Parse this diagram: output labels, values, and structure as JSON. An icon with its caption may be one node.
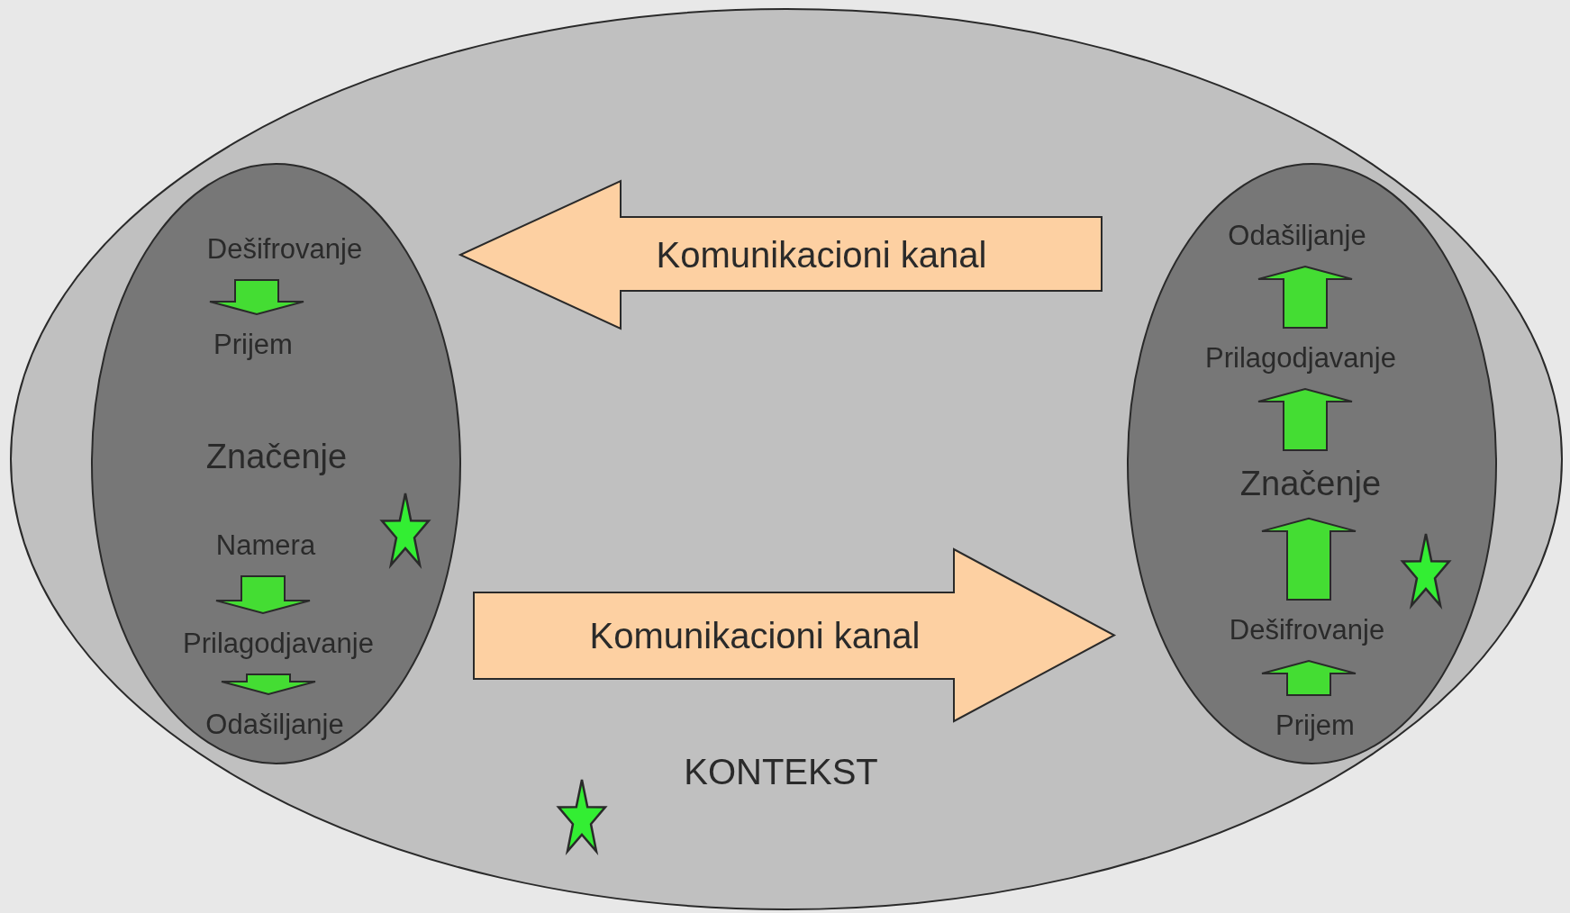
{
  "diagram": {
    "nodes": [
      {
        "text": [
          "KONTEKST"
        ]
      },
      {
        "text": [],
        "shape": "ellipse",
        "in": 0
      },
      {
        "text": [
          "Dešifrovanje"
        ],
        "in": 1
      },
      {
        "text": [
          "Prijem"
        ],
        "in": 1
      },
      {
        "text": [
          "Značenje"
        ],
        "in": 1
      },
      {
        "text": [
          "Namera"
        ],
        "in": 1
      },
      {
        "text": [
          "Prilagodjavanje"
        ],
        "in": 1
      },
      {
        "text": [
          "Odašiljanje"
        ],
        "in": 1
      },
      {
        "text": [
          "Komunikacioni kanal"
        ],
        "in": 0
      },
      {
        "text": [
          "Komunikacioni kanal"
        ],
        "in": 0
      },
      {
        "text": [],
        "shape": "ellipse",
        "in": 0
      },
      {
        "text": [
          "Odašiljanje"
        ],
        "in": 10
      },
      {
        "text": [
          "Prilagodjavanje"
        ],
        "in": 10
      },
      {
        "text": [
          "Značenje"
        ],
        "in": 10
      },
      {
        "text": [
          "Dešifrovanje"
        ],
        "in": 10
      },
      {
        "text": [
          "Prijem"
        ],
        "in": 10
      }
    ],
    "edges": [
      {
        "from": 2,
        "to": 3,
        "arrow": "to"
      },
      {
        "from": 5,
        "to": 6,
        "arrow": "to"
      },
      {
        "from": 6,
        "to": 7,
        "arrow": "to"
      },
      {
        "from": 15,
        "to": 14,
        "arrow": "to"
      },
      {
        "from": 14,
        "to": 13,
        "arrow": "to"
      },
      {
        "from": 13,
        "to": 12,
        "arrow": "to"
      },
      {
        "from": 12,
        "to": 11,
        "arrow": "to"
      }
    ]
  }
}
